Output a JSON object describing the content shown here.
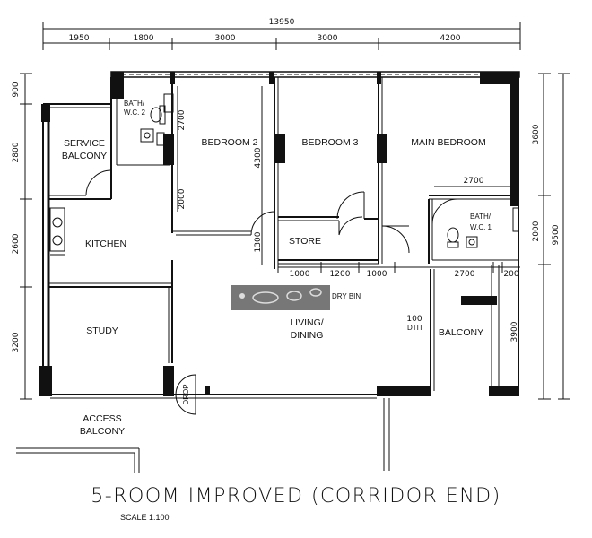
{
  "dimensions": {
    "overall_width": "13950",
    "top_segments": [
      "1950",
      "1800",
      "3000",
      "3000",
      "4200"
    ],
    "left_segments": [
      "900",
      "2800",
      "2600",
      "3200"
    ],
    "right_segments": [
      "3600",
      "2000",
      "3900"
    ],
    "overall_depth": "9500",
    "inner_vertical": [
      "2700",
      "2000",
      "4300",
      "1300"
    ],
    "inner_horizontal_main": "2700",
    "bottom_row": [
      "1000",
      "1200",
      "1000",
      "2700",
      "200"
    ],
    "misc_100": "100"
  },
  "rooms": {
    "bath_wc2": [
      "BATH/",
      "W.C. 2"
    ],
    "service_balcony": [
      "SERVICE",
      "BALCONY"
    ],
    "bedroom2": "BEDROOM 2",
    "bedroom3": "BEDROOM 3",
    "main_bedroom": "MAIN BEDROOM",
    "bath_wc1": [
      "BATH/",
      "W.C. 1"
    ],
    "kitchen": "KITCHEN",
    "store": "STORE",
    "study": "STUDY",
    "living_dining": [
      "LIVING/",
      "DINING"
    ],
    "balcony": "BALCONY",
    "dry_bin": "DRY BIN",
    "entry_label": "DTIT",
    "access_balcony": [
      "ACCESS",
      "BALCONY"
    ],
    "drop": "DROP"
  },
  "title": "5-ROOM IMPROVED (CORRIDOR END)",
  "scale": "SCALE 1:100"
}
